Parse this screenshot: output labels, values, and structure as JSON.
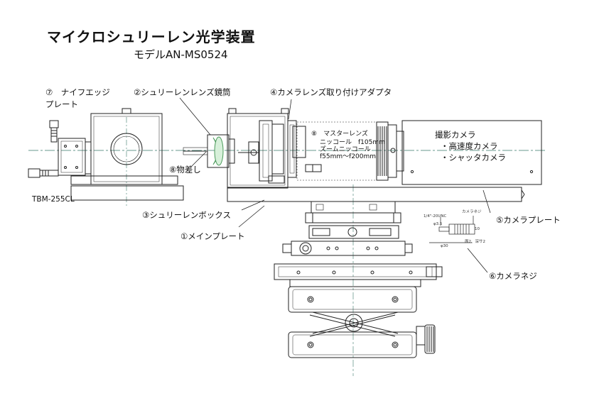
{
  "title": "マイクロシュリーレン光学装置",
  "model": "モデルAN-MS0524",
  "labels": {
    "knife_edge_1": "⑦　ナイフエッジ",
    "knife_edge_2": "プレート",
    "schlieren_lens": "②シュリーレンレンズ鏡筒",
    "camera_adapter": "④カメラレンズ取り付けアダプタ",
    "master_lens": "⑧　マスターレンズ",
    "nikkor": "ニッコール　f105mm",
    "zoom_nikkor": "ズームニッコール",
    "zoom_range": "f55mm～f200mm",
    "camera_title": "撮影カメラ",
    "camera_hs": "・高速度カメラ",
    "camera_shutter": "・シャッタカメラ",
    "shield": "⑧物差し",
    "tbm": "TBM-255CL",
    "schlieren_box": "③シュリーレンボックス",
    "main_plate": "①メインプレート",
    "camera_plate": "⑤カメラプレート",
    "camera_screw": "⑥カメラネジ",
    "screw_camera": "カメラネジ",
    "screw_thread": "1/4\"-20UNC",
    "screw_d35": "φ3.5",
    "screw_10": "10",
    "screw_d30": "φ30",
    "screw_note": "面2、深サ2"
  },
  "colors": {
    "line": "#222222",
    "centerline": "#3a7a6a",
    "lens_fill": "#bfe6c4",
    "lens_stroke": "#4a9a5a"
  }
}
